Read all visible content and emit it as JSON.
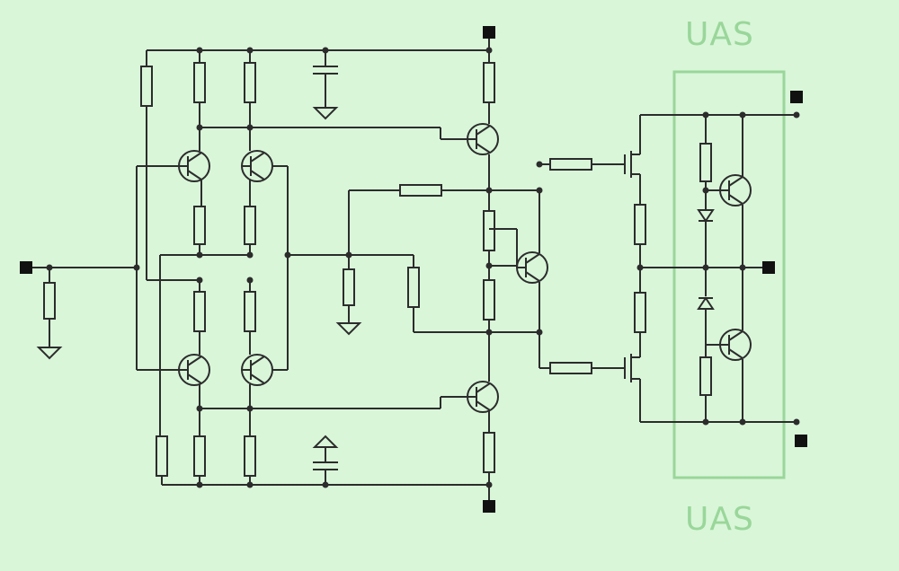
{
  "labels": {
    "top": "UAS",
    "bottom": "UAS"
  },
  "colors": {
    "background": "#d9f6d9",
    "ink": "#2c2c2c",
    "accent": "#9ad69a"
  },
  "components": {
    "resistors": 24,
    "bjt_transistors": 9,
    "mosfets": 2,
    "diodes": 2,
    "capacitors": 2,
    "grounds": 3,
    "terminals": 7
  }
}
